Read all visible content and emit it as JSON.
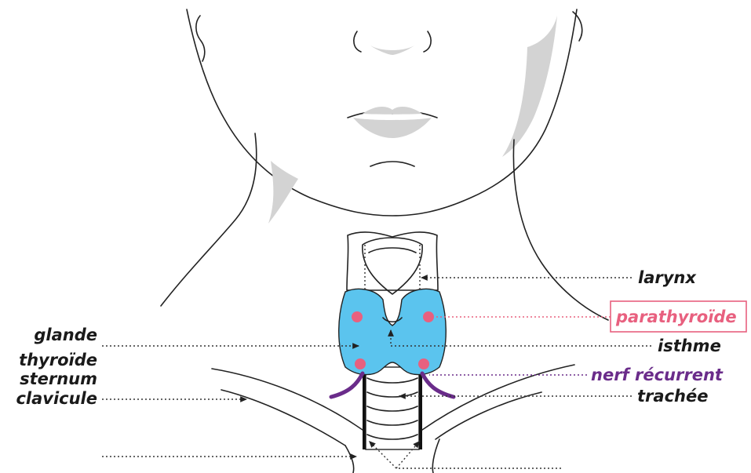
{
  "labels": {
    "larynx": "larynx",
    "parathyroide": "parathyroïde",
    "isthme": "isthme",
    "nerf_recurrent": "nerf récurrent",
    "trachee": "trachée",
    "glande": "glande",
    "thyroide": "thyroïde",
    "sternum": "sternum",
    "clavicule": "clavicule"
  },
  "colors": {
    "thyroid": "#5bc4ee",
    "parathyroid": "#e8607f",
    "nerve": "#6a2c8a",
    "outline": "#222222",
    "shading": "#d3d3d3"
  }
}
